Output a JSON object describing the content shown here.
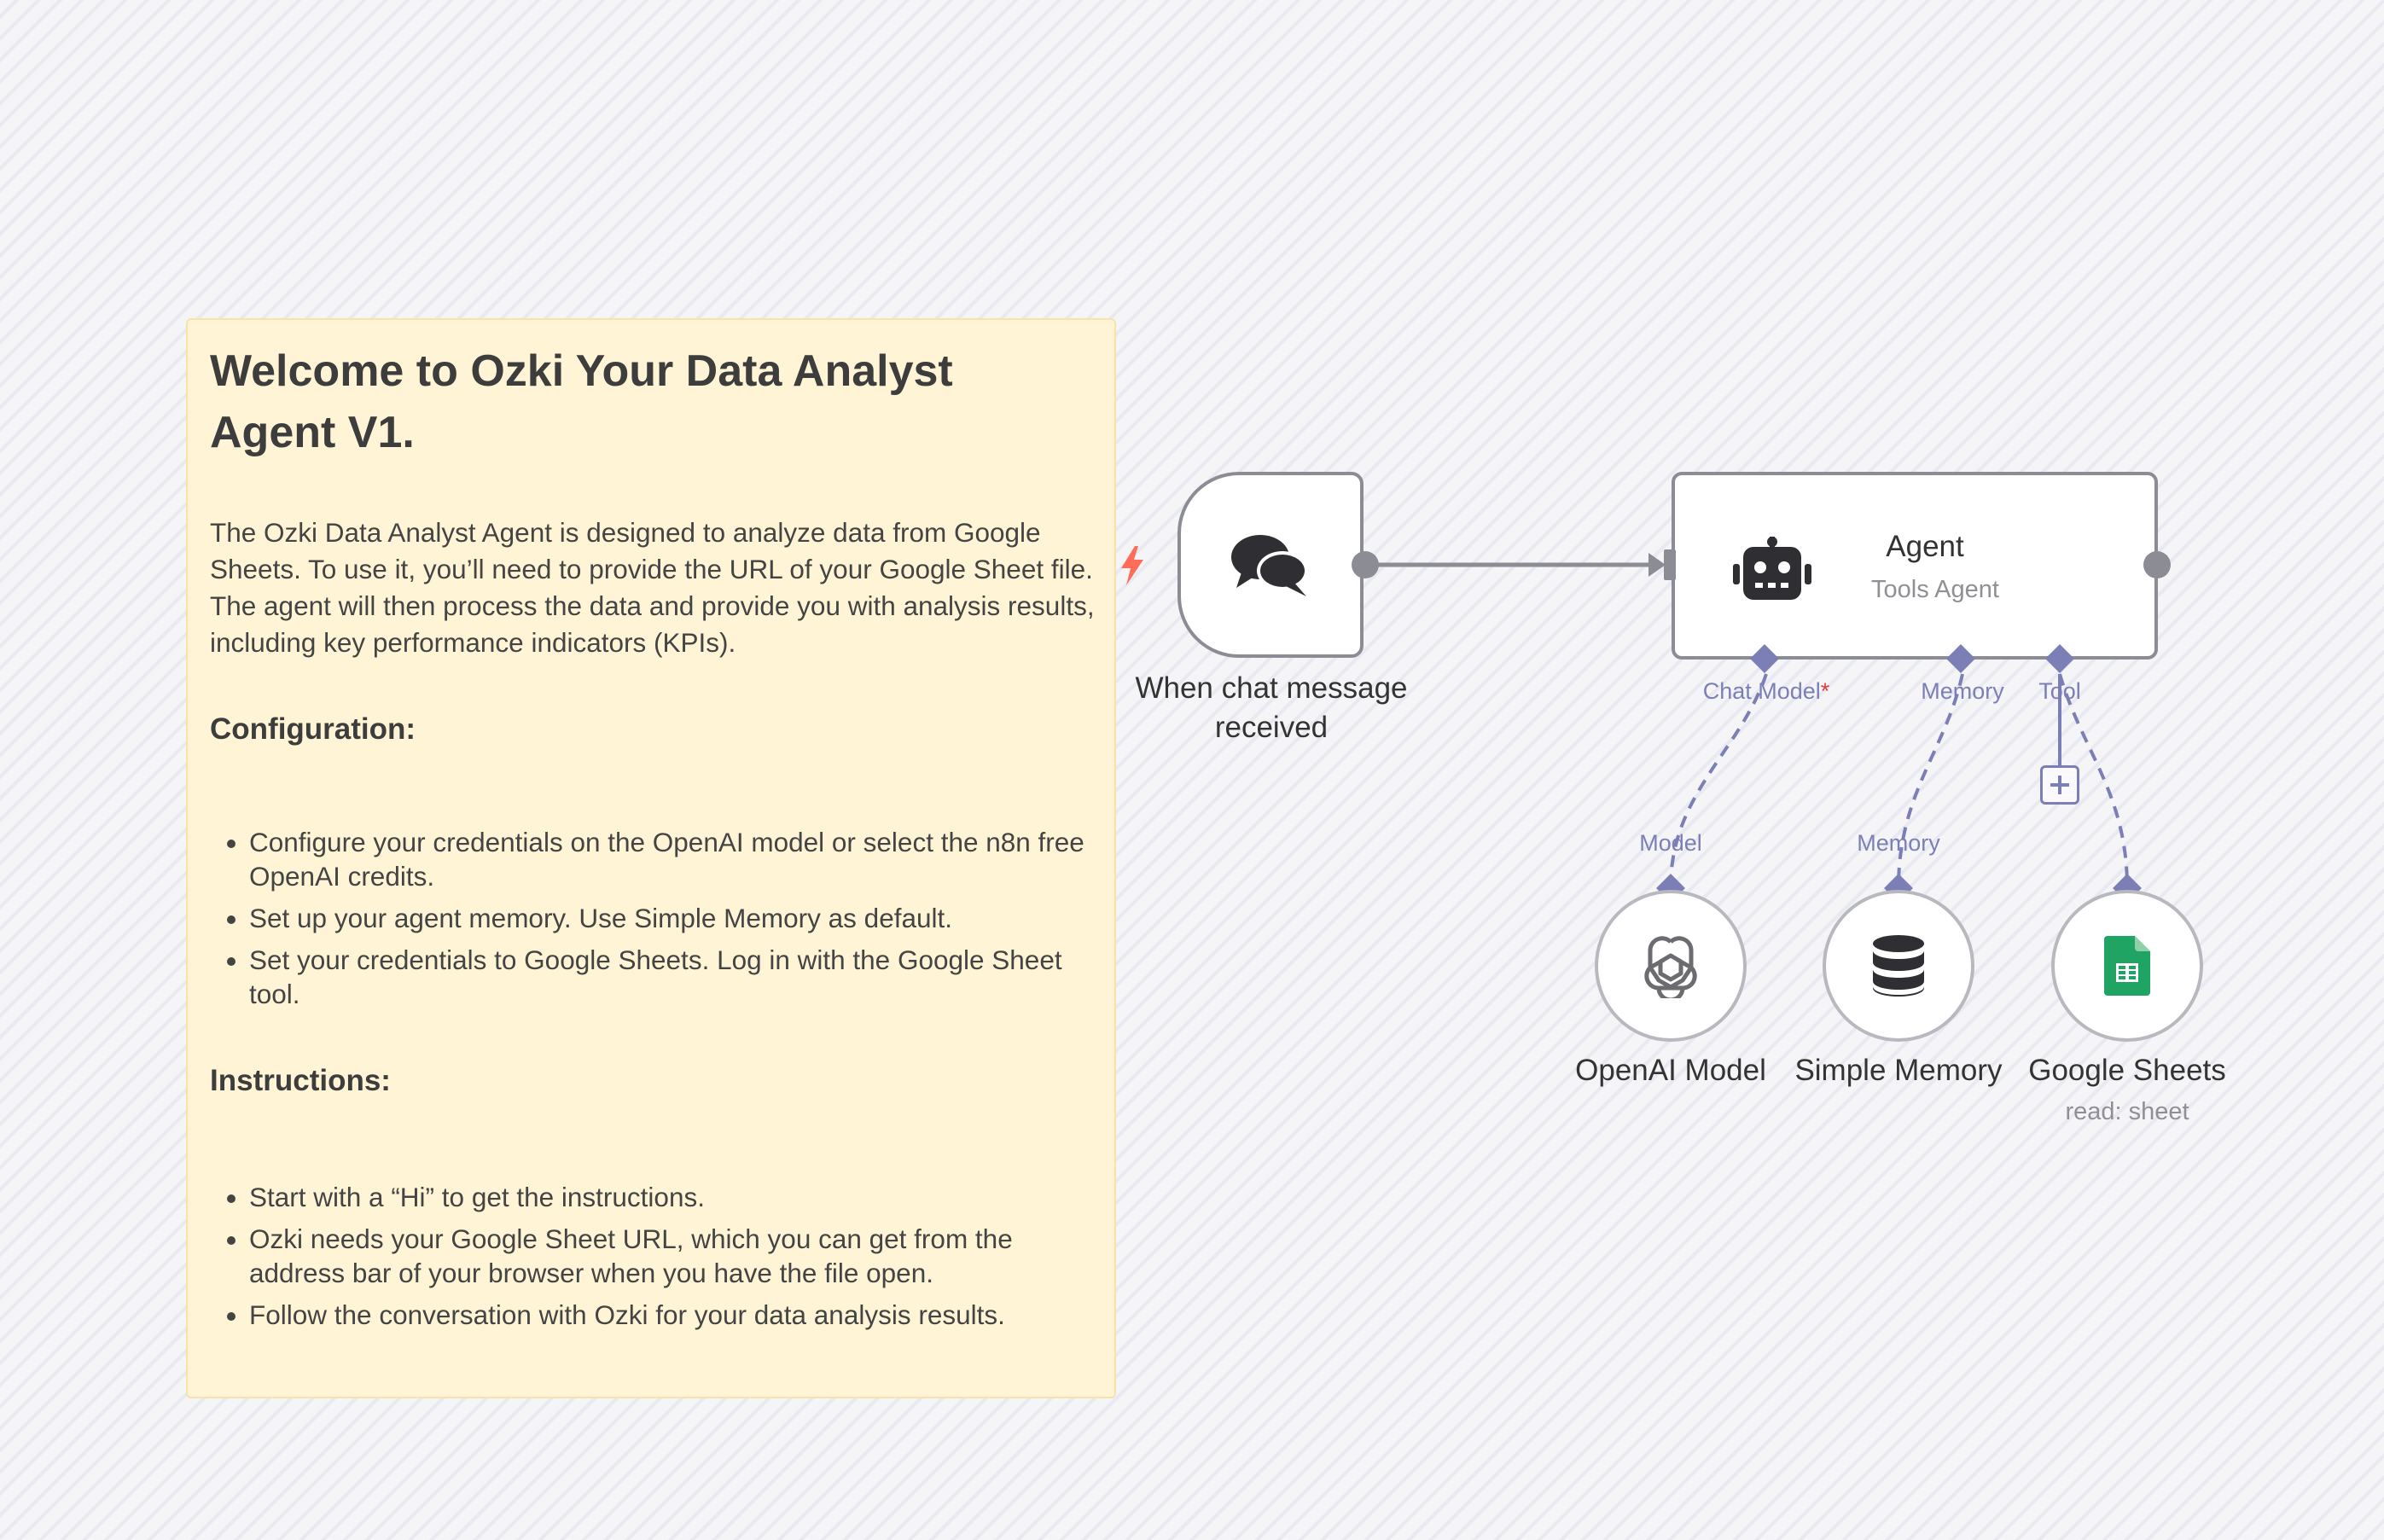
{
  "sticky_note": {
    "title": "Welcome to Ozki Your Data Analyst Agent V1.",
    "intro": "The Ozki Data Analyst Agent is designed to analyze data from Google Sheets. To use it, you’ll need to provide the URL of your Google Sheet file. The agent will then process the data and provide you with analysis results, including key performance indicators (KPIs).",
    "configuration_heading": "Configuration:",
    "configuration_items": [
      "Configure your credentials on the OpenAI model or select the n8n free OpenAI credits.",
      "Set up your agent memory. Use Simple Memory as default.",
      "Set your credentials to Google Sheets. Log in with the Google Sheet tool."
    ],
    "instructions_heading": "Instructions:",
    "instructions_items": [
      "Start with a “Hi” to get the instructions.",
      "Ozki needs your Google Sheet URL, which you can get from the address bar of your browser when you have the file open.",
      "Follow the conversation with Ozki for your data analysis results."
    ]
  },
  "nodes": {
    "trigger": {
      "label": "When chat message received",
      "icon": "chat-bubbles-icon"
    },
    "agent": {
      "title": "Agent",
      "subtitle": "Tools Agent",
      "icon": "robot-icon"
    },
    "openai": {
      "label": "OpenAI Model",
      "icon": "openai-icon"
    },
    "memory": {
      "label": "Simple Memory",
      "icon": "database-icon"
    },
    "sheets": {
      "label": "Google Sheets",
      "subtitle": "read: sheet",
      "icon": "google-sheets-icon"
    }
  },
  "connections": {
    "chat_model_label": "Chat Model",
    "required_marker": "*",
    "memory_label": "Memory",
    "tool_label": "Tool",
    "model_input_label": "Model",
    "memory_input_label": "Memory"
  },
  "colors": {
    "sticky_bg": "#fff5d6",
    "node_border": "#8c8c94",
    "connector": "#7c7fb6",
    "trigger_bolt": "#ff6d5a",
    "sheets_green": "#1fa463"
  }
}
